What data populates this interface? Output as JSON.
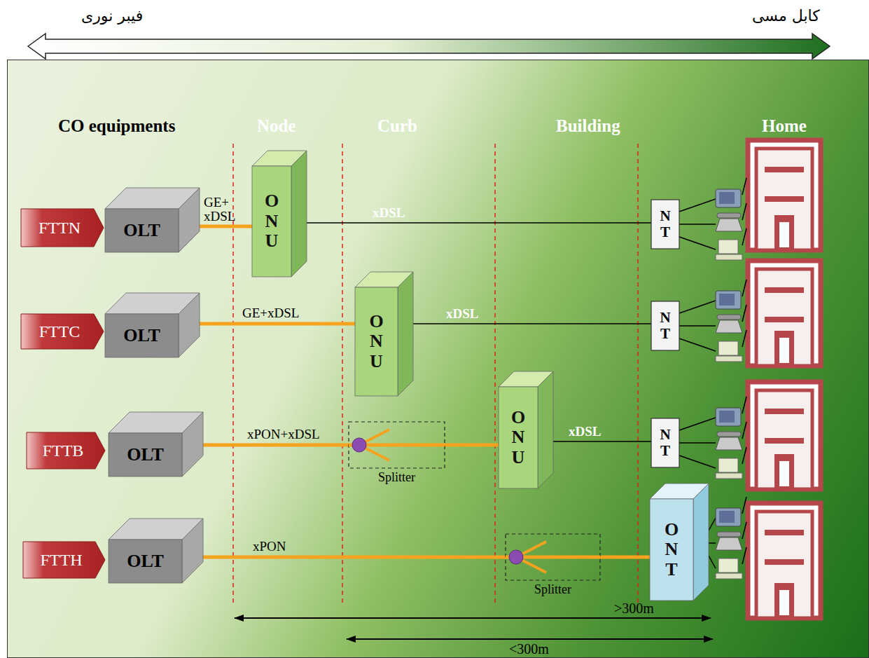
{
  "diagram": {
    "nodes": [
      {
        "text": [
          "FTTN"
        ]
      },
      {
        "text": [
          "OLT"
        ]
      },
      {
        "text": [
          "ONU"
        ]
      },
      {
        "text": [
          "NT"
        ]
      },
      {
        "text": [
          "FTTC"
        ]
      },
      {
        "text": [
          "OLT"
        ]
      },
      {
        "text": [
          "ONU"
        ]
      },
      {
        "text": [
          "NT"
        ]
      },
      {
        "text": [
          "FTTB"
        ]
      },
      {
        "text": [
          "OLT"
        ]
      },
      {
        "text": [
          "Splitter"
        ]
      },
      {
        "text": [
          "ONU"
        ]
      },
      {
        "text": [
          "NT"
        ]
      },
      {
        "text": [
          "FTTH"
        ]
      },
      {
        "text": [
          "OLT"
        ]
      },
      {
        "text": [
          "Splitter"
        ]
      },
      {
        "text": [
          "ONT"
        ]
      }
    ],
    "edges": [
      {
        "from": 1,
        "to": 2,
        "arrow": "none",
        "label": "GE+ xDSL"
      },
      {
        "from": 2,
        "to": 3,
        "arrow": "none",
        "label": "xDSL"
      },
      {
        "from": 5,
        "to": 6,
        "arrow": "none",
        "label": "GE+xDSL"
      },
      {
        "from": 6,
        "to": 7,
        "arrow": "none",
        "label": "xDSL"
      },
      {
        "from": 9,
        "to": 10,
        "arrow": "none",
        "label": "xPON+xDSL"
      },
      {
        "from": 10,
        "to": 11,
        "arrow": "none"
      },
      {
        "from": 11,
        "to": 12,
        "arrow": "none",
        "label": "xDSL"
      },
      {
        "from": 14,
        "to": 15,
        "arrow": "none",
        "label": "xPON"
      },
      {
        "from": 15,
        "to": 16,
        "arrow": "none"
      }
    ],
    "labels": [
      "فیبر نوری",
      "کابل مسی",
      "CO equipments",
      "Node",
      "Curb",
      "Building",
      "Home",
      ">300m",
      "<300m"
    ]
  }
}
